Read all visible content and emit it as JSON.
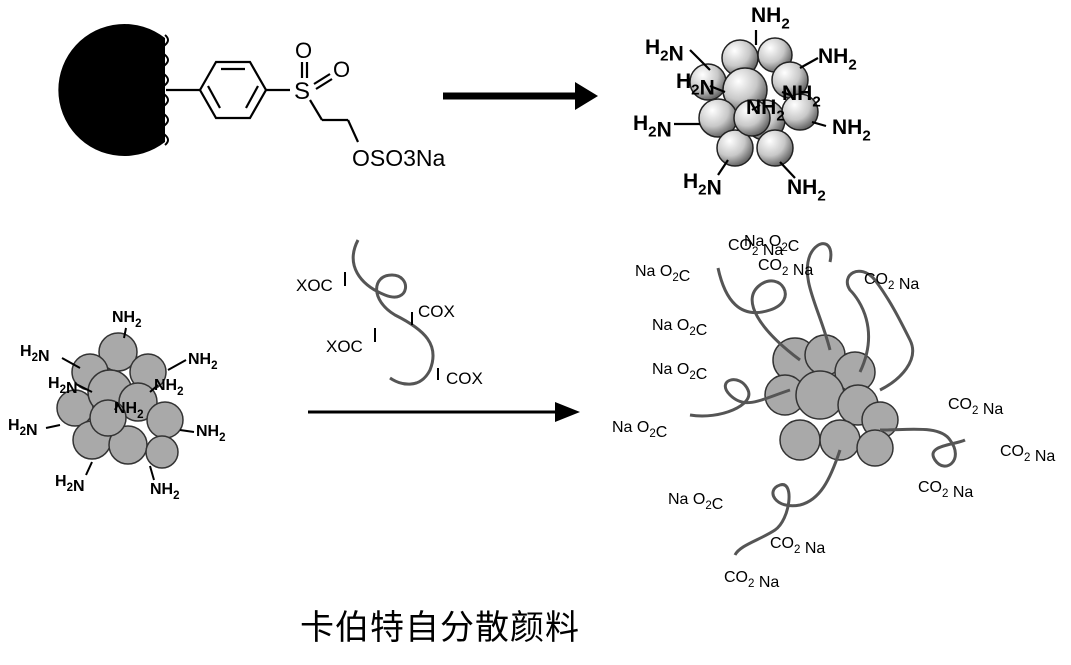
{
  "caption": "卡伯特自分散颜料",
  "step1": {
    "linker_oso3na": "OSO3Na",
    "sulfonyl_s": "S",
    "oxo_1": "O",
    "oxo_2": "O",
    "amine_labels": [
      "NH2",
      "H2N",
      "NH2",
      "H2N",
      "NH2",
      "NH2",
      "H2N",
      "NH2",
      "H2N",
      "NH2"
    ]
  },
  "step2": {
    "start_amine_labels": [
      "NH2",
      "H2N",
      "NH2",
      "H2N",
      "NH2",
      "NH2",
      "H2N",
      "NH2",
      "H2N",
      "NH2"
    ],
    "reagent_labels": [
      "XOC",
      "COX",
      "XOC",
      "COX"
    ],
    "product_labels": [
      "Na O2C",
      "Na O2C",
      "CO2 Na",
      "CO2 Na",
      "Na O2C",
      "Na O2C",
      "Na O2C",
      "CO2 Na",
      "CO2 Na",
      "CO2 Na",
      "Na O2C",
      "CO2 Na",
      "CO2 Na"
    ]
  },
  "colors": {
    "black_particle": "#000000",
    "light_sphere": "#dcdcdc",
    "grey_sphere": "#a9a9a9",
    "chain": "#555555"
  }
}
